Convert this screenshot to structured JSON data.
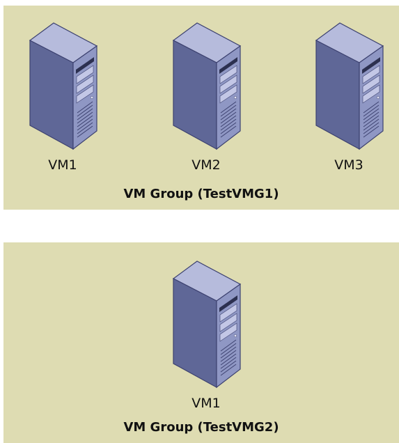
{
  "groups": [
    {
      "title": "VM Group (TestVMG1)",
      "vms": [
        {
          "label": "VM1",
          "icon": "server-tower-icon"
        },
        {
          "label": "VM2",
          "icon": "server-tower-icon"
        },
        {
          "label": "VM3",
          "icon": "server-tower-icon"
        }
      ]
    },
    {
      "title": "VM Group (TestVMG2)",
      "vms": [
        {
          "label": "VM1",
          "icon": "server-tower-icon"
        }
      ]
    }
  ],
  "colors": {
    "group_background": "#dedcb2",
    "server_front": "#8f97c4",
    "server_side": "#5f6797",
    "server_top": "#b6bbdc"
  }
}
